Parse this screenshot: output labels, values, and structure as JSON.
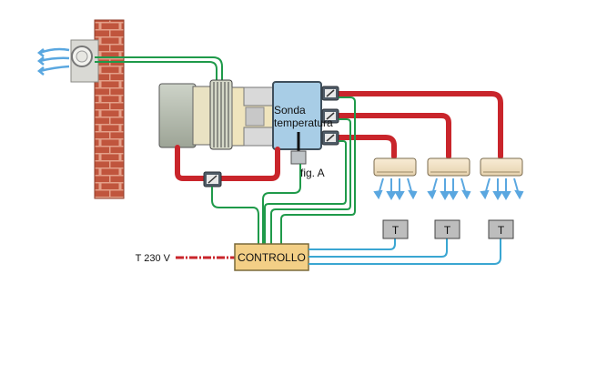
{
  "labels": {
    "sensor_line1": "Sonda",
    "sensor_line2": "temperatura",
    "fig": "fig. A",
    "controller": "CONTROLLO",
    "power": "T 230 V",
    "thermostat": "T"
  },
  "colors": {
    "hot_pipe": "#c9252b",
    "cable_green": "#1f9a4a",
    "cable_blue": "#3aa6d2",
    "controller_fill": "#f3cf86",
    "sensor_box": "#a8cde6",
    "brick": "#c0553d",
    "airflow": "#5aa7e0"
  }
}
